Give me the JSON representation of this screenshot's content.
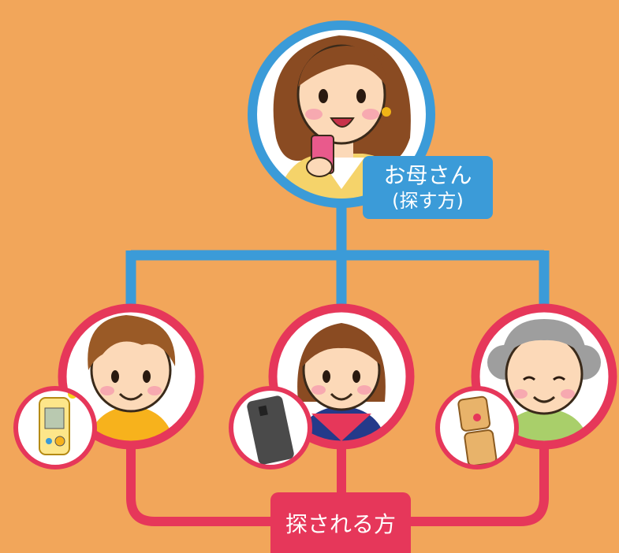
{
  "parent": {
    "label_line1": "お母さん",
    "label_line2": "(探す方)",
    "name": "mother",
    "accent": "#3b9bd8"
  },
  "children": {
    "label": "探される方",
    "accent": "#e6375a",
    "members": [
      {
        "name": "boy",
        "device": "kids-gps-device"
      },
      {
        "name": "girl",
        "device": "smartphone"
      },
      {
        "name": "grandmother",
        "device": "flip-phone"
      }
    ]
  },
  "colors": {
    "background": "#f2a65a",
    "parent_line": "#3b9bd8",
    "child_line": "#e6375a"
  }
}
